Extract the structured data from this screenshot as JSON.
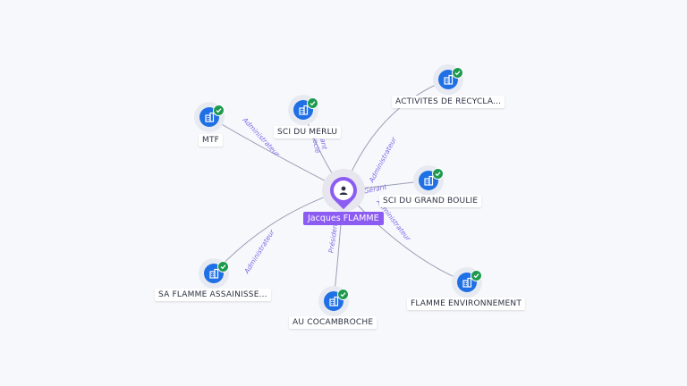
{
  "center": {
    "name": "Jacques FLAMME"
  },
  "nodes": [
    {
      "id": "mtf",
      "label": "MTF"
    },
    {
      "id": "sci-du-merlu",
      "label": "SCI DU MERLU"
    },
    {
      "id": "activites-de-recycla",
      "label": "ACTIVITES DE RECYCLA..."
    },
    {
      "id": "sci-du-grand-boulie",
      "label": "SCI DU GRAND BOULIE"
    },
    {
      "id": "flamme-environnement",
      "label": "FLAMME ENVIRONNEMENT"
    },
    {
      "id": "au-cocambroche",
      "label": "AU COCAMBROCHE"
    },
    {
      "id": "sa-flamme-assainisse",
      "label": "SA FLAMME ASSAINISSE..."
    }
  ],
  "edges": [
    {
      "to": "mtf",
      "label": "Administrateur"
    },
    {
      "to": "sci-du-merlu",
      "label": "Gérant",
      "label2": "Associé"
    },
    {
      "to": "activites-de-recycla",
      "label": "Administrateur"
    },
    {
      "to": "sci-du-grand-boulie",
      "label": "Gérant"
    },
    {
      "to": "flamme-environnement",
      "label": "Administrateur"
    },
    {
      "to": "au-cocambroche",
      "label": "Président"
    },
    {
      "to": "sa-flamme-assainisse",
      "label": "Administrateur"
    }
  ],
  "colors": {
    "company": "#1f6fe5",
    "verified": "#1e9a4f",
    "person": "#8c5cf2",
    "relation_label": "#7b6ae6"
  },
  "icons": {
    "company": "building-icon",
    "person": "person-icon",
    "verified": "check-icon"
  }
}
